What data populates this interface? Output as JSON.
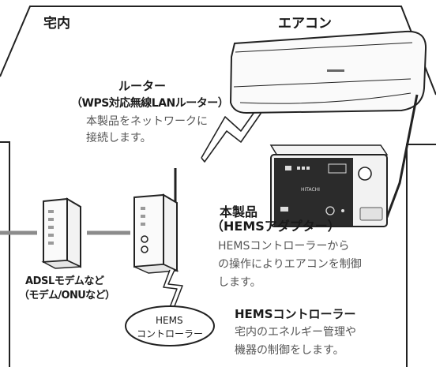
{
  "labels": {
    "house": "宅内",
    "aircon": "エアコン",
    "router_title": "ルーター",
    "router_subtitle": "（WPS対応無線LANルーター）",
    "router_desc_1": "本製品をネットワークに",
    "router_desc_2": "接続します。",
    "modem_1": "ADSLモデムなど",
    "modem_2": "（モデム/ONUなど）",
    "product_title": "本製品",
    "product_subtitle": "（HEMSアダプター）",
    "product_desc_1": "HEMSコントローラーから",
    "product_desc_2": "の操作によりエアコンを制御",
    "product_desc_3": "します。",
    "controller_title": "HEMSコントローラー",
    "controller_desc_1": "宅内のエネルギー管理や",
    "controller_desc_2": "機器の制御をします。",
    "bubble_1": "HEMS",
    "bubble_2": "コントローラー"
  },
  "device_text": {
    "brand": "HITACHI"
  },
  "colors": {
    "line": "#222222",
    "wired_link": "#8c8c8c",
    "device_face": "#eeeeee",
    "device_panel": "#2b2b2b"
  }
}
